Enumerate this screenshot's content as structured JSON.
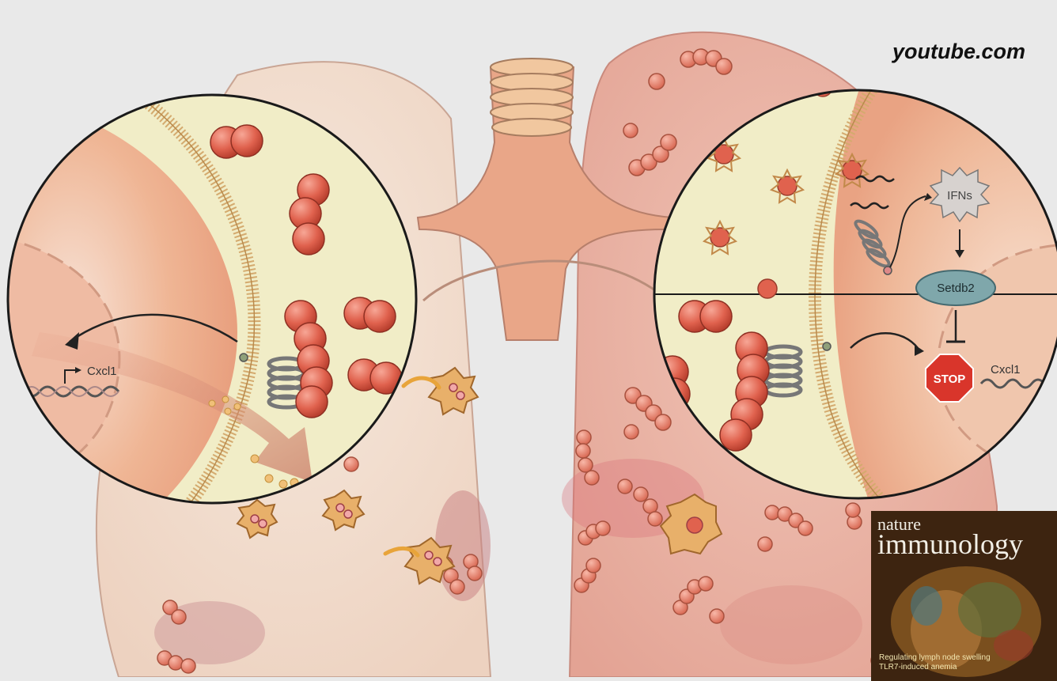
{
  "header": {
    "watermark": "youtube.com"
  },
  "diagram": {
    "left_panel": {
      "gene_label": "Cxcl1"
    },
    "right_panel": {
      "signal_label": "IFNs",
      "enzyme_label": "Setdb2",
      "stop_label": "STOP",
      "gene_label": "Cxcl1"
    }
  },
  "journal_cover": {
    "brand_line1": "nature",
    "brand_line2": "immunology",
    "caption_line1": "Regulating lymph node swelling",
    "caption_line2": "TLR7-induced anemia"
  },
  "colors": {
    "background": "#e9e9e9",
    "lung_left": "#f1dccd",
    "lung_right": "#eab3a4",
    "bacteria": "#e0624e",
    "circle_fill": "#f2edc9",
    "cell_pink": "#f0b79d",
    "setdb2_fill": "#7fa7ab",
    "stop_red": "#d9352b"
  }
}
